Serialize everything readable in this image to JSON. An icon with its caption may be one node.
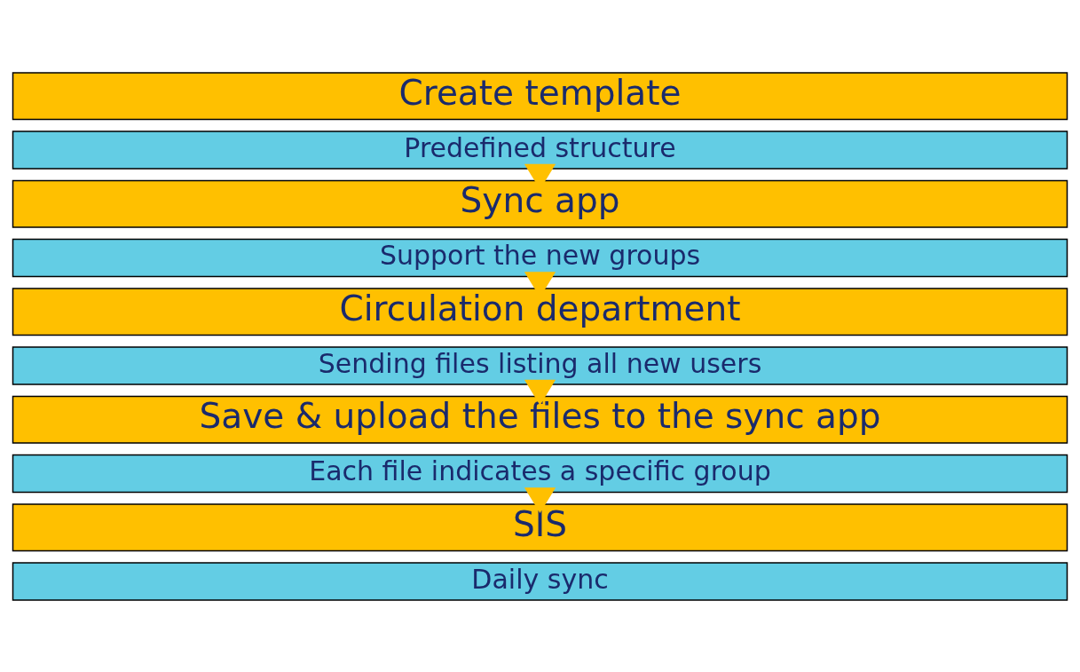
{
  "diagram": {
    "nodes": [
      {
        "text": [
          "Create template"
        ]
      },
      {
        "text": [
          "Predefined structure"
        ]
      },
      {
        "text": [
          "Sync app"
        ]
      },
      {
        "text": [
          "Support the new groups"
        ]
      },
      {
        "text": [
          "Circulation department"
        ]
      },
      {
        "text": [
          "Sending files listing all new users"
        ]
      },
      {
        "text": [
          "Save & upload the files to the sync app"
        ]
      },
      {
        "text": [
          "Each file indicates a specific group"
        ]
      },
      {
        "text": [
          "SIS"
        ]
      },
      {
        "text": [
          "Daily sync"
        ]
      }
    ],
    "edges": [
      {
        "from": 1,
        "to": 2,
        "arrow": "to"
      },
      {
        "from": 3,
        "to": 4,
        "arrow": "to"
      },
      {
        "from": 5,
        "to": 6,
        "arrow": "to"
      },
      {
        "from": 7,
        "to": 8,
        "arrow": "to"
      }
    ]
  }
}
